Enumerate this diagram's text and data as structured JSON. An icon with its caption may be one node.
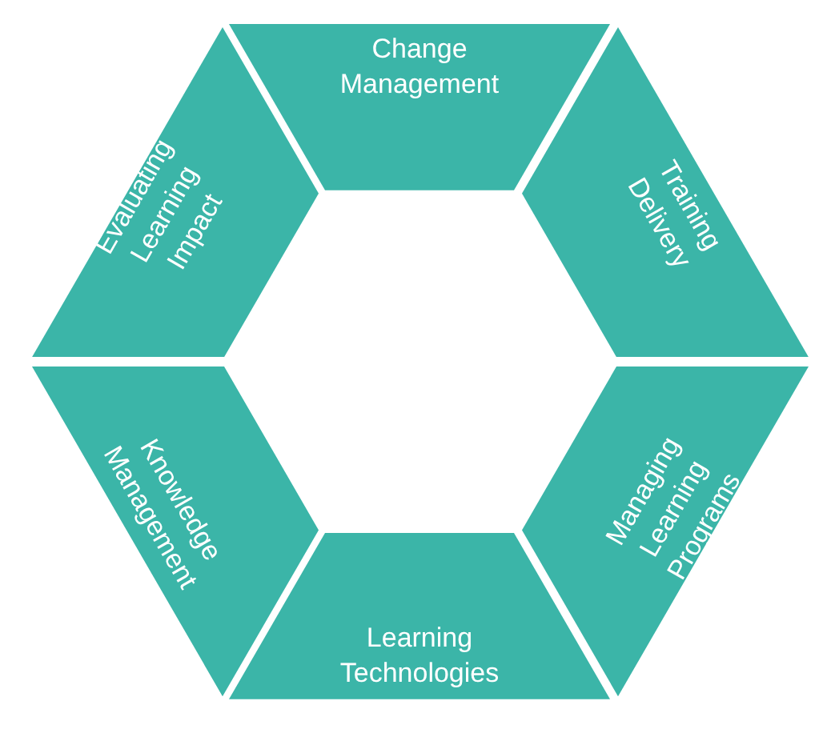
{
  "diagram": {
    "nodes": [
      {
        "text": [
          "Change Management"
        ]
      },
      {
        "text": [
          "Training Delivery"
        ]
      },
      {
        "text": [
          "Managing Learning Programs"
        ]
      },
      {
        "text": [
          "Learning Technologies"
        ]
      },
      {
        "text": [
          "Knowledge Management"
        ]
      },
      {
        "text": [
          "Evaluating Learning Impact"
        ]
      }
    ]
  }
}
